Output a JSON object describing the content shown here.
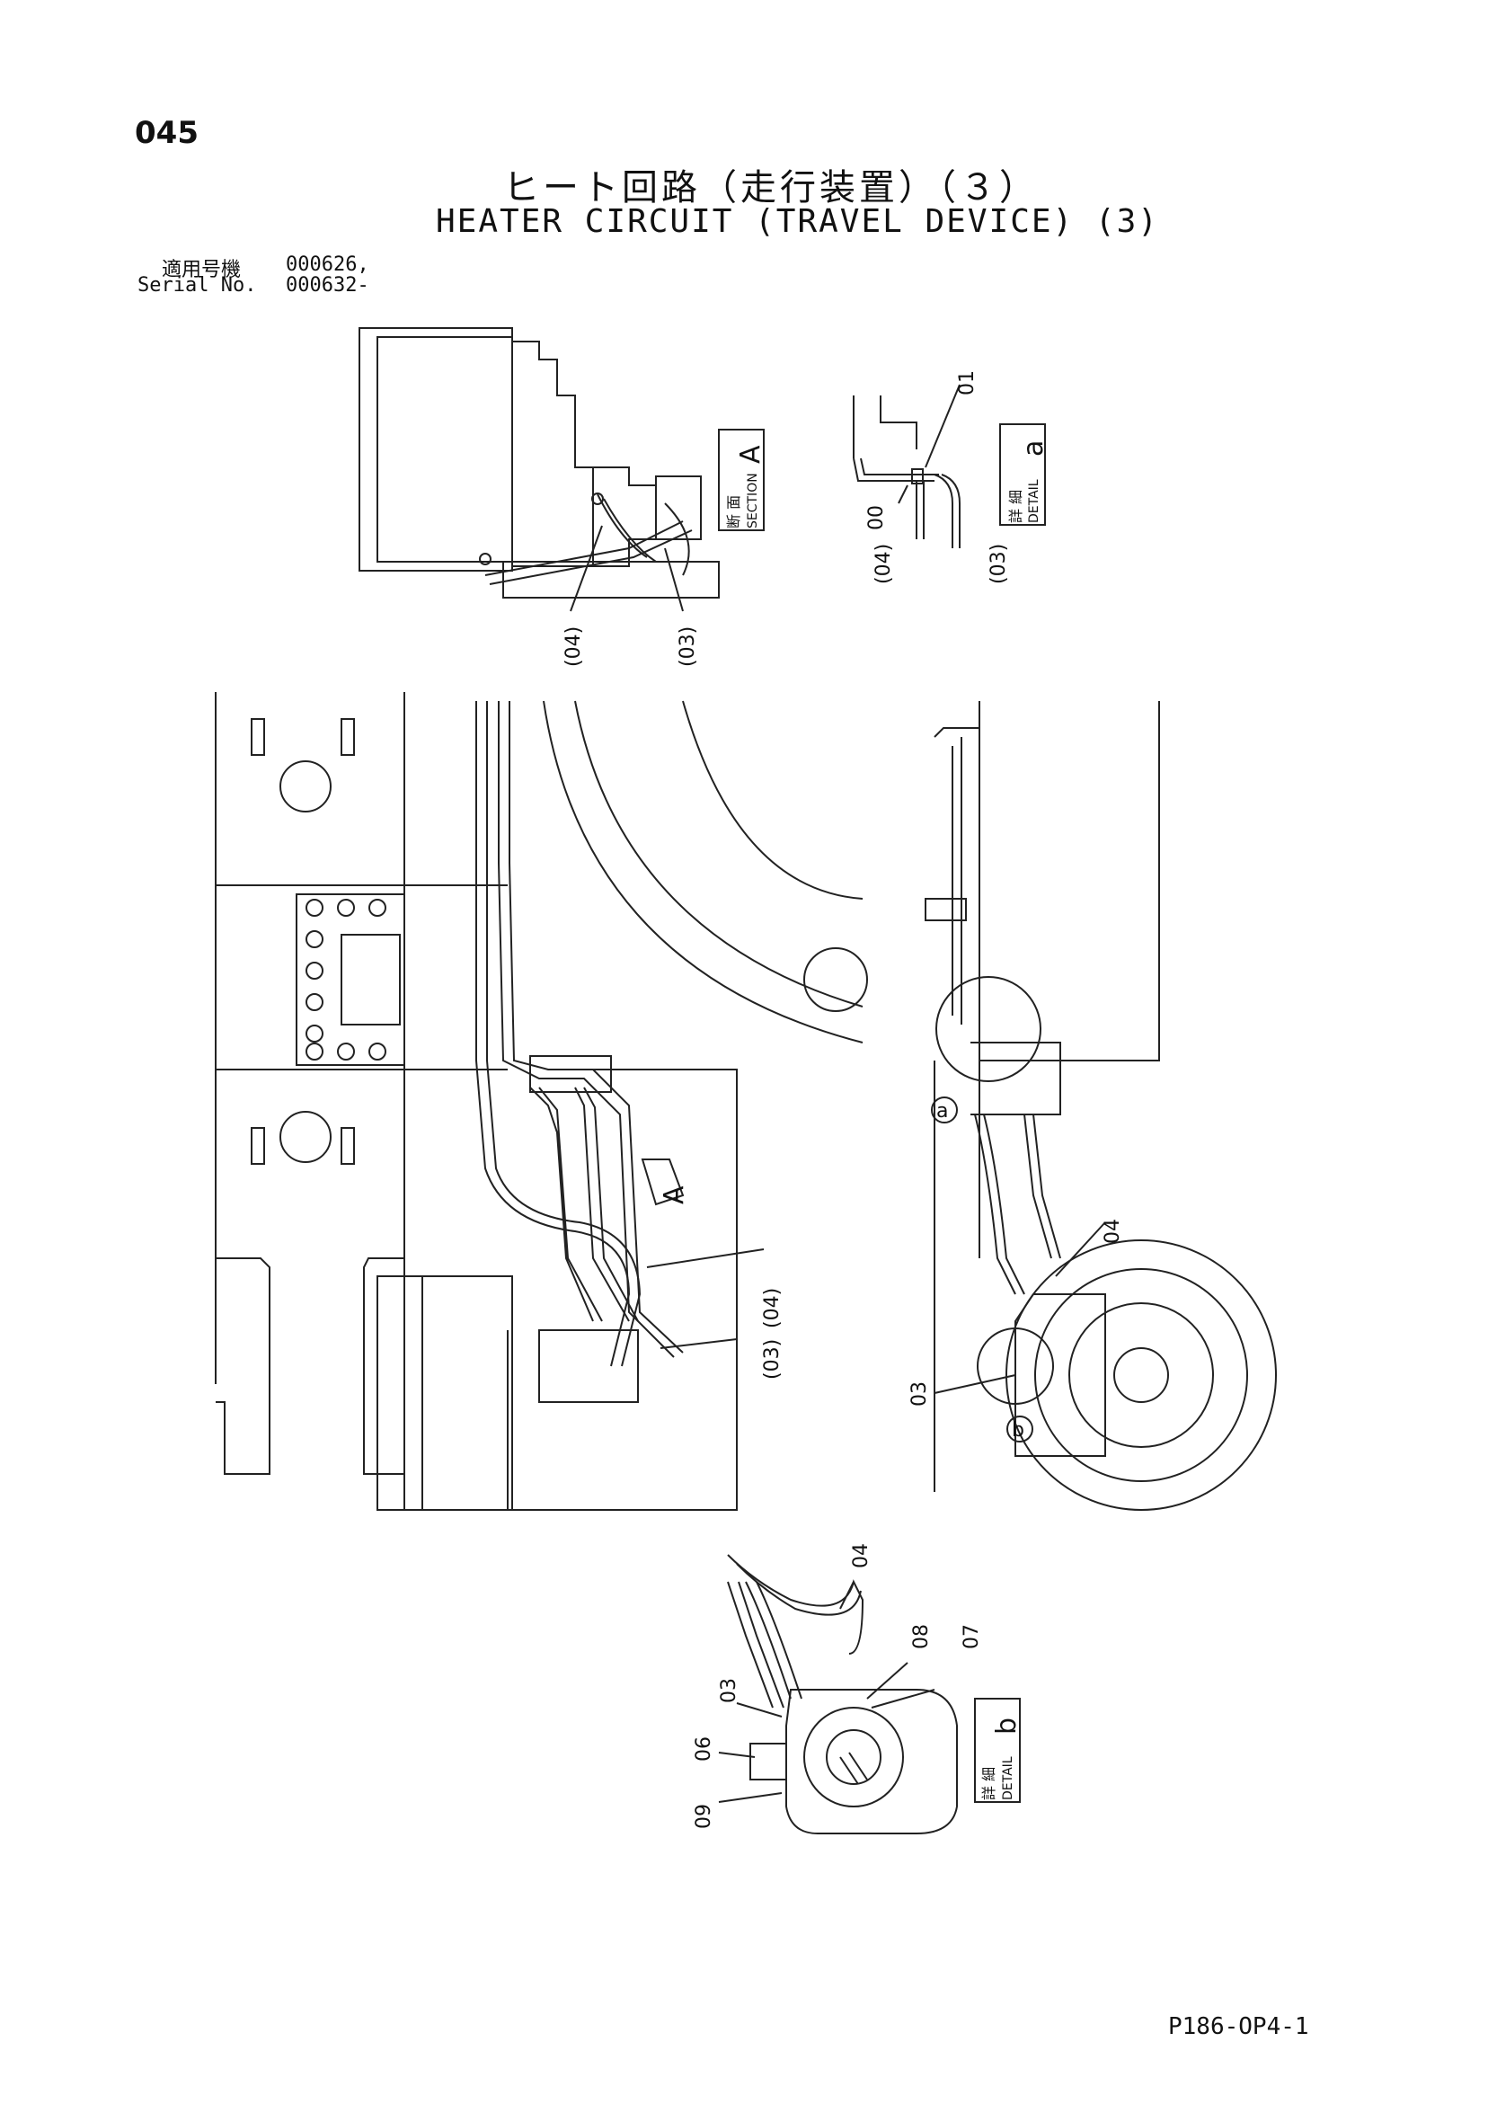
{
  "page": {
    "number": "045",
    "title_jp": "ヒート回路（走行装置）（３）",
    "title_en": "HEATER CIRCUIT (TRAVEL DEVICE) (3)",
    "serial_label_jp": "適用号機",
    "serial_label_en": "Serial No.",
    "serial_value_1": "000626,",
    "serial_value_2": "000632-",
    "footer_code": "P186-OP4-1"
  },
  "section_a": {
    "jp": "断 面",
    "en": "SECTION",
    "letter": "A",
    "callouts": [
      "(04)",
      "(03)"
    ]
  },
  "detail_a": {
    "jp": "詳 細",
    "en": "DETAIL",
    "letter": "a",
    "callouts": [
      "01",
      "00",
      "(04)",
      "(03)"
    ]
  },
  "main_view": {
    "arrow_letter": "A",
    "callouts": [
      "(03)",
      "(04)"
    ]
  },
  "right_view": {
    "circle_a": "a",
    "circle_b": "b",
    "callouts": [
      "04",
      "03"
    ]
  },
  "detail_b": {
    "jp": "詳 細",
    "en": "DETAIL",
    "letter": "b",
    "callouts": [
      "04",
      "08",
      "07",
      "03",
      "06",
      "09"
    ]
  }
}
